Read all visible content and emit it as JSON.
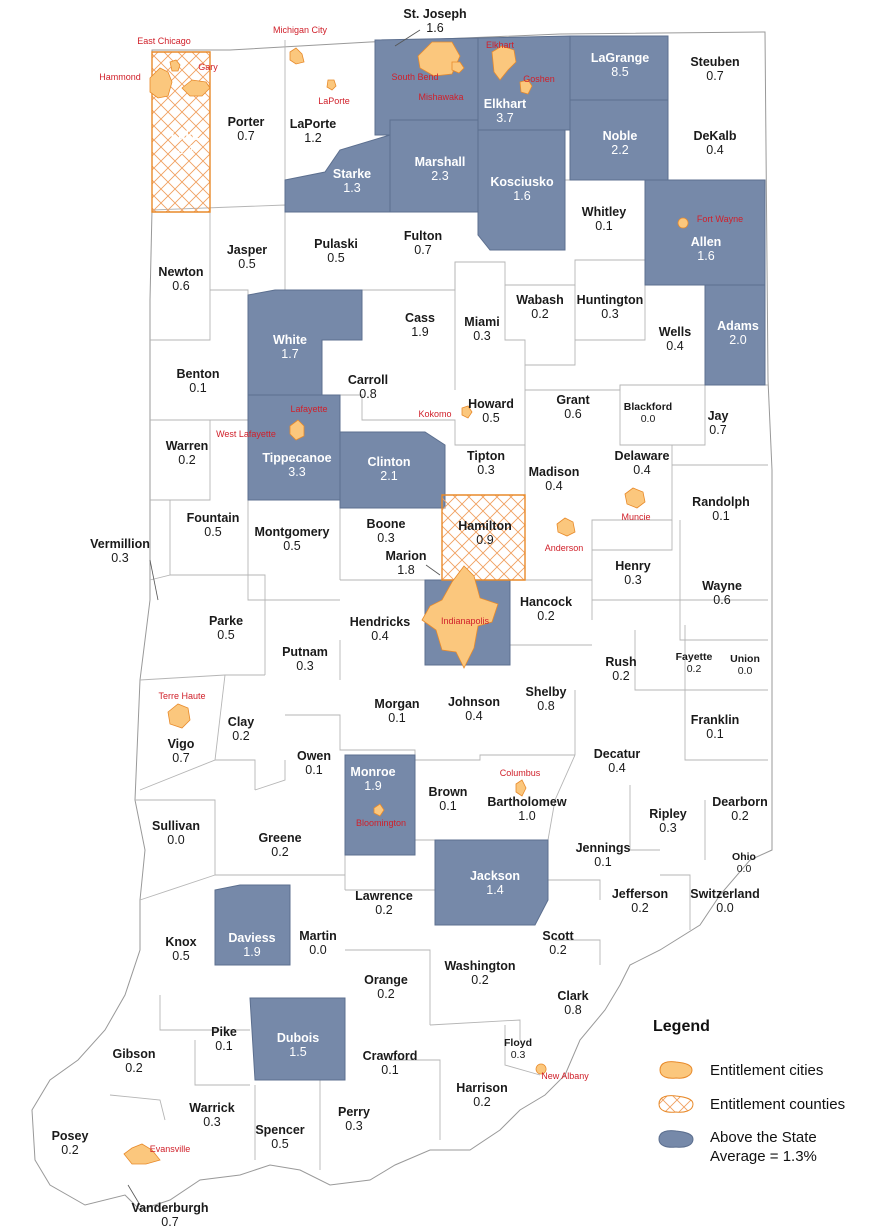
{
  "colors": {
    "above_average": "#7689a9",
    "entitlement_city": "#fbc77d",
    "entitlement_city_stroke": "#e88a2a",
    "hatch": "#f0a060",
    "city_label": "#d0202a"
  },
  "counties": [
    {
      "name": "St. Joseph",
      "value": "1.6"
    },
    {
      "name": "Lake",
      "value": "2.4"
    },
    {
      "name": "Porter",
      "value": "0.7"
    },
    {
      "name": "LaPorte",
      "value": "1.2"
    },
    {
      "name": "Elkhart",
      "value": "3.7"
    },
    {
      "name": "LaGrange",
      "value": "8.5"
    },
    {
      "name": "Steuben",
      "value": "0.7"
    },
    {
      "name": "DeKalb",
      "value": "0.4"
    },
    {
      "name": "Noble",
      "value": "2.2"
    },
    {
      "name": "Starke",
      "value": "1.3"
    },
    {
      "name": "Marshall",
      "value": "2.3"
    },
    {
      "name": "Kosciusko",
      "value": "1.6"
    },
    {
      "name": "Whitley",
      "value": "0.1"
    },
    {
      "name": "Allen",
      "value": "1.6"
    },
    {
      "name": "Jasper",
      "value": "0.5"
    },
    {
      "name": "Pulaski",
      "value": "0.5"
    },
    {
      "name": "Fulton",
      "value": "0.7"
    },
    {
      "name": "Newton",
      "value": "0.6"
    },
    {
      "name": "Wabash",
      "value": "0.2"
    },
    {
      "name": "Huntington",
      "value": "0.3"
    },
    {
      "name": "Cass",
      "value": "1.9"
    },
    {
      "name": "Miami",
      "value": "0.3"
    },
    {
      "name": "White",
      "value": "1.7"
    },
    {
      "name": "Wells",
      "value": "0.4"
    },
    {
      "name": "Adams",
      "value": "2.0"
    },
    {
      "name": "Benton",
      "value": "0.1"
    },
    {
      "name": "Carroll",
      "value": "0.8"
    },
    {
      "name": "Howard",
      "value": "0.5"
    },
    {
      "name": "Grant",
      "value": "0.6"
    },
    {
      "name": "Blackford",
      "value": "0.0"
    },
    {
      "name": "Jay",
      "value": "0.7"
    },
    {
      "name": "Warren",
      "value": "0.2"
    },
    {
      "name": "Tippecanoe",
      "value": "3.3"
    },
    {
      "name": "Clinton",
      "value": "2.1"
    },
    {
      "name": "Tipton",
      "value": "0.3"
    },
    {
      "name": "Madison",
      "value": "0.4"
    },
    {
      "name": "Delaware",
      "value": "0.4"
    },
    {
      "name": "Fountain",
      "value": "0.5"
    },
    {
      "name": "Randolph",
      "value": "0.1"
    },
    {
      "name": "Montgomery",
      "value": "0.5"
    },
    {
      "name": "Boone",
      "value": "0.3"
    },
    {
      "name": "Hamilton",
      "value": "0.9"
    },
    {
      "name": "Vermillion",
      "value": "0.3"
    },
    {
      "name": "Marion",
      "value": "1.8"
    },
    {
      "name": "Henry",
      "value": "0.3"
    },
    {
      "name": "Hancock",
      "value": "0.2"
    },
    {
      "name": "Wayne",
      "value": "0.6"
    },
    {
      "name": "Parke",
      "value": "0.5"
    },
    {
      "name": "Hendricks",
      "value": "0.4"
    },
    {
      "name": "Putnam",
      "value": "0.3"
    },
    {
      "name": "Rush",
      "value": "0.2"
    },
    {
      "name": "Fayette",
      "value": "0.2"
    },
    {
      "name": "Union",
      "value": "0.0"
    },
    {
      "name": "Morgan",
      "value": "0.1"
    },
    {
      "name": "Johnson",
      "value": "0.4"
    },
    {
      "name": "Shelby",
      "value": "0.8"
    },
    {
      "name": "Clay",
      "value": "0.2"
    },
    {
      "name": "Vigo",
      "value": "0.7"
    },
    {
      "name": "Franklin",
      "value": "0.1"
    },
    {
      "name": "Owen",
      "value": "0.1"
    },
    {
      "name": "Monroe",
      "value": "1.9"
    },
    {
      "name": "Decatur",
      "value": "0.4"
    },
    {
      "name": "Brown",
      "value": "0.1"
    },
    {
      "name": "Bartholomew",
      "value": "1.0"
    },
    {
      "name": "Ripley",
      "value": "0.3"
    },
    {
      "name": "Dearborn",
      "value": "0.2"
    },
    {
      "name": "Sullivan",
      "value": "0.0"
    },
    {
      "name": "Greene",
      "value": "0.2"
    },
    {
      "name": "Jennings",
      "value": "0.1"
    },
    {
      "name": "Ohio",
      "value": "0.0"
    },
    {
      "name": "Jackson",
      "value": "1.4"
    },
    {
      "name": "Lawrence",
      "value": "0.2"
    },
    {
      "name": "Jefferson",
      "value": "0.2"
    },
    {
      "name": "Switzerland",
      "value": "0.0"
    },
    {
      "name": "Knox",
      "value": "0.5"
    },
    {
      "name": "Daviess",
      "value": "1.9"
    },
    {
      "name": "Martin",
      "value": "0.0"
    },
    {
      "name": "Scott",
      "value": "0.2"
    },
    {
      "name": "Washington",
      "value": "0.2"
    },
    {
      "name": "Orange",
      "value": "0.2"
    },
    {
      "name": "Clark",
      "value": "0.8"
    },
    {
      "name": "Pike",
      "value": "0.1"
    },
    {
      "name": "Dubois",
      "value": "1.5"
    },
    {
      "name": "Gibson",
      "value": "0.2"
    },
    {
      "name": "Floyd",
      "value": "0.3"
    },
    {
      "name": "Crawford",
      "value": "0.1"
    },
    {
      "name": "Harrison",
      "value": "0.2"
    },
    {
      "name": "Warrick",
      "value": "0.3"
    },
    {
      "name": "Perry",
      "value": "0.3"
    },
    {
      "name": "Spencer",
      "value": "0.5"
    },
    {
      "name": "Posey",
      "value": "0.2"
    },
    {
      "name": "Vanderburgh",
      "value": "0.7"
    }
  ],
  "cities": [
    "East Chicago",
    "Hammond",
    "Gary",
    "Michigan City",
    "LaPorte",
    "South Bend",
    "Mishawaka",
    "Elkhart",
    "Goshen",
    "Fort Wayne",
    "Lafayette",
    "West Lafayette",
    "Kokomo",
    "Muncie",
    "Anderson",
    "Indianapolis",
    "Terre Haute",
    "Columbus",
    "Bloomington",
    "New Albany",
    "Evansville"
  ],
  "legend": {
    "title": "Legend",
    "items": [
      {
        "label": "Entitlement cities"
      },
      {
        "label": "Entitlement counties"
      },
      {
        "label": "Above the State Average = 1.3%"
      }
    ]
  }
}
